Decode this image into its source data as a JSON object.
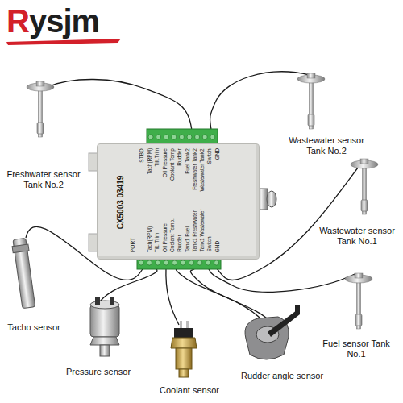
{
  "diagram": {
    "nodes": [
      {
        "text": [
          "CX5003 03419"
        ]
      }
    ],
    "labels": [
      "Rysjm",
      "STBD",
      "Tach(RPM)",
      "Tilt.Trim",
      "Oil Pressure",
      "Coolant Temp",
      "Rudder",
      "Fuel Tank2",
      "Freshwater Tank2",
      "Wastewater Tank2",
      "Switch",
      "GND",
      "PORT",
      "Tach(RPM)",
      "Tilt. Trim",
      "Oil Pressure",
      "Coolant Temp.",
      "Rudder",
      "Tank1 Fuel",
      "Tank1 Freshwater",
      "Tank1 Wastewater",
      "Switch",
      "GND",
      "Freshwater sensor Tank No.2",
      "Wastewater sensor Tank No.2",
      "Wastewater sensor Tank No.1",
      "Fuel sensor Tank No.1",
      "Tacho sensor",
      "Pressure sensor",
      "Coolant sensor",
      "Rudder angle sensor"
    ]
  }
}
